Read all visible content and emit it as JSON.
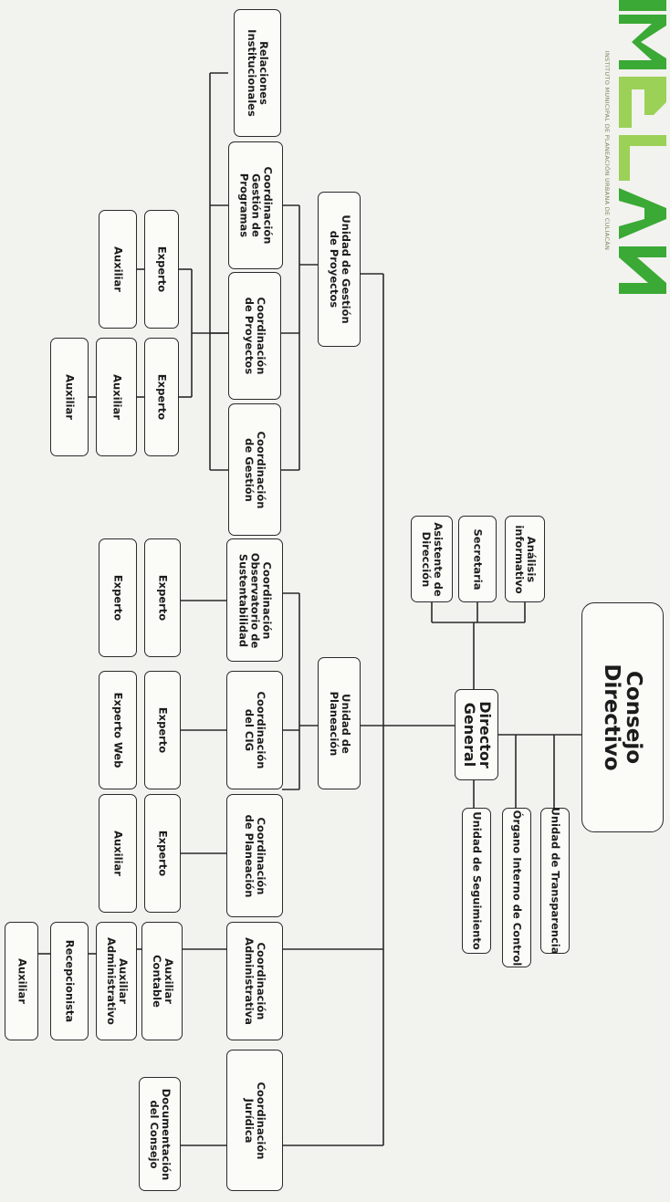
{
  "logo": {
    "name": "IMPLAN",
    "subtitle": "INSTITUTO MUNICIPAL DE PLANEACIÓN URBANA DE CULIACÁN",
    "colors": {
      "light": "#9bd157",
      "dark": "#3aa935"
    }
  },
  "nodes": {
    "consejo": "Consejo\nDirectivo",
    "director": "Director\nGeneral",
    "transparencia": "Unidad de Transparencia",
    "control": "Órgano Interno de Control",
    "seguimiento": "Unidad de Seguimiento",
    "analisis": "Análisis\ninformativo",
    "secretaria": "Secretaria",
    "asistente": "Asistente de\nDirección",
    "u_proyectos": "Unidad de Gestión\nde Proyectos",
    "u_planeacion": "Unidad de\nPlaneación",
    "relaciones": "Relaciones\nInstitucionales",
    "c_programas": "Coordinación\nGestión de\nProgramas",
    "c_proyectos": "Coordinación\nde Proyectos",
    "c_gestion": "Coordinación\nde Gestión",
    "c_observatorio": "Coordinación\nObservatorio de\nSustentabilidad",
    "c_cig": "Coordinación\ndel CIG",
    "c_planeacion": "Coordinación\nde Planeación",
    "c_administrativa": "Coordinación\nAdministrativa",
    "c_juridica": "Coordinación\nJurídica",
    "exp1": "Experto",
    "aux1": "Auxiliar",
    "exp2": "Experto",
    "aux2": "Auxiliar",
    "aux3": "Auxiliar",
    "exp_obs1": "Experto",
    "exp_obs2": "Experto",
    "exp_cig": "Experto",
    "exp_web": "Experto Web",
    "exp_plan": "Experto",
    "aux_plan": "Auxiliar",
    "aux_contable": "Auxiliar\nContable",
    "aux_admin": "Auxiliar\nAdministrativo",
    "recepcionista": "Recepcionista",
    "aux_final": "Auxiliar",
    "documentacion": "Documentación\ndel Consejo"
  }
}
